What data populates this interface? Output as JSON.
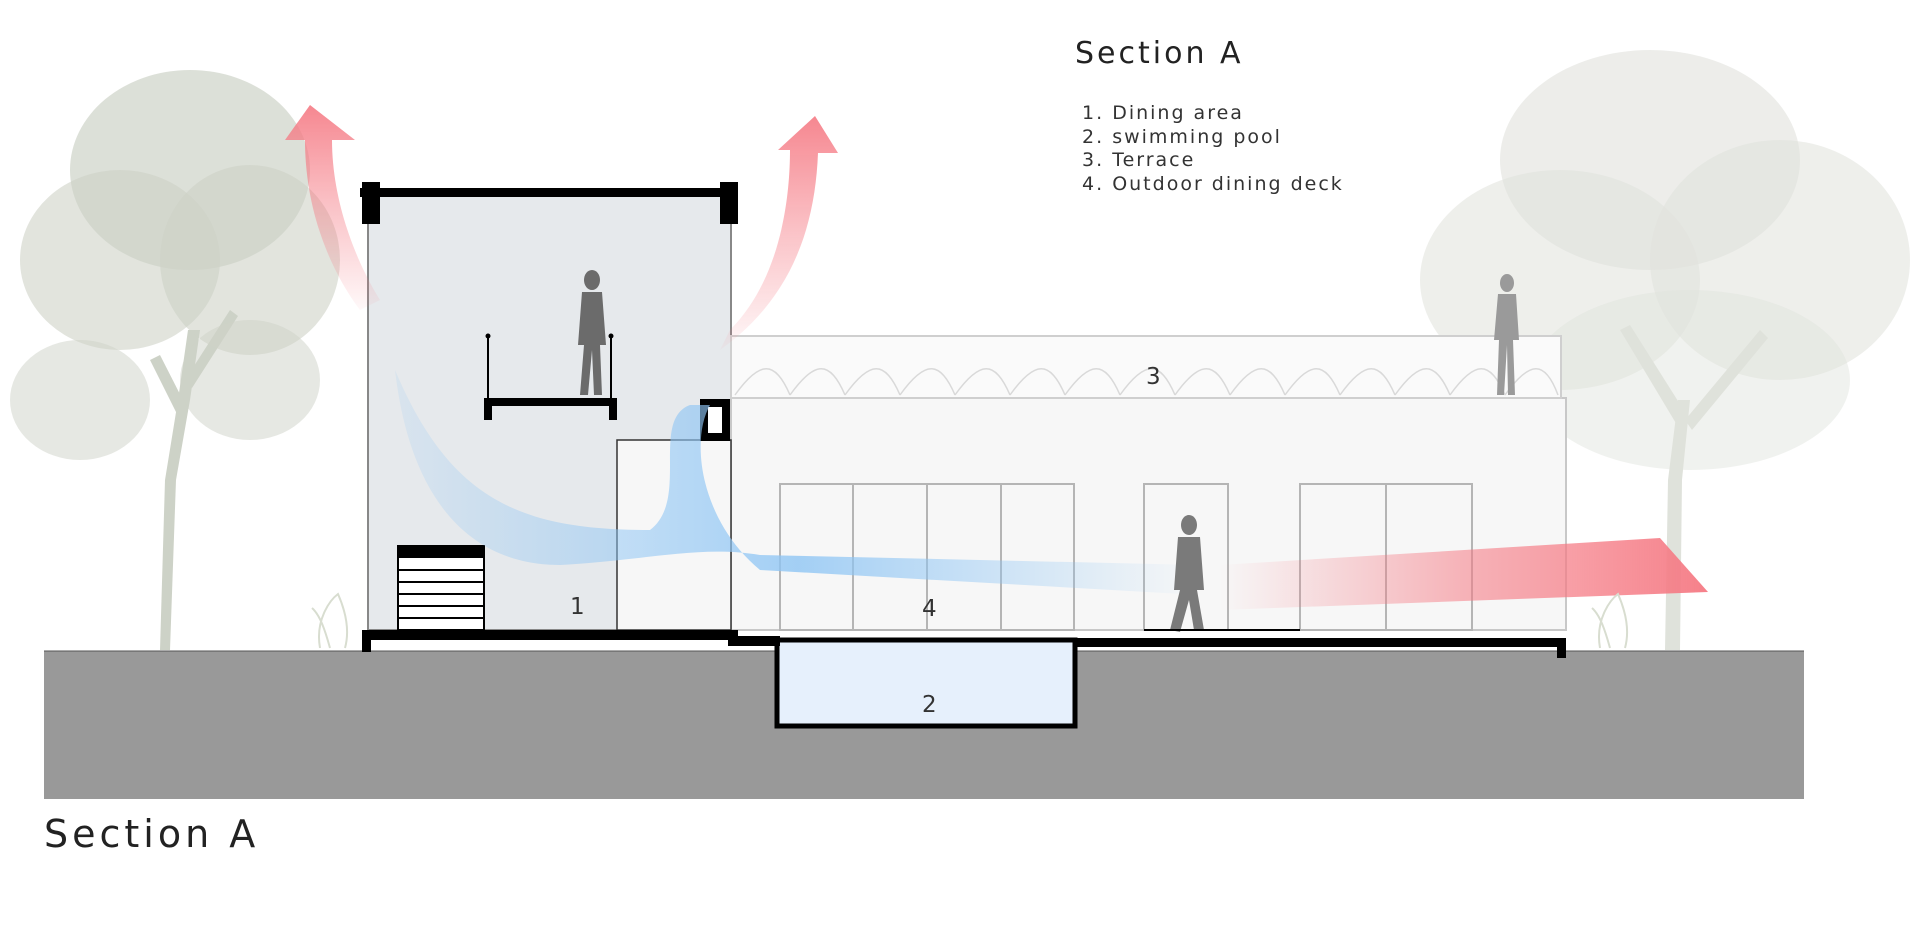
{
  "diagram": {
    "title_top": "Section A",
    "title_bottom": "Section A",
    "legend": [
      {
        "num": "1.",
        "label": "Dining area"
      },
      {
        "num": "2.",
        "label": "swimming pool"
      },
      {
        "num": "3.",
        "label": "Terrace"
      },
      {
        "num": "4.",
        "label": "Outdoor dining deck"
      }
    ],
    "labels": {
      "one": "1",
      "two": "2",
      "three": "3",
      "four": "4"
    },
    "colors": {
      "ground": "#999999",
      "pool_water": "#e6f0fc",
      "wall": "#000000",
      "cool_air": "#8ec5f4",
      "warm_air": "#f57a84",
      "tree": "#c5cabd",
      "person": "#6b6b6b",
      "volume_tint": "#e6e9ec"
    }
  }
}
